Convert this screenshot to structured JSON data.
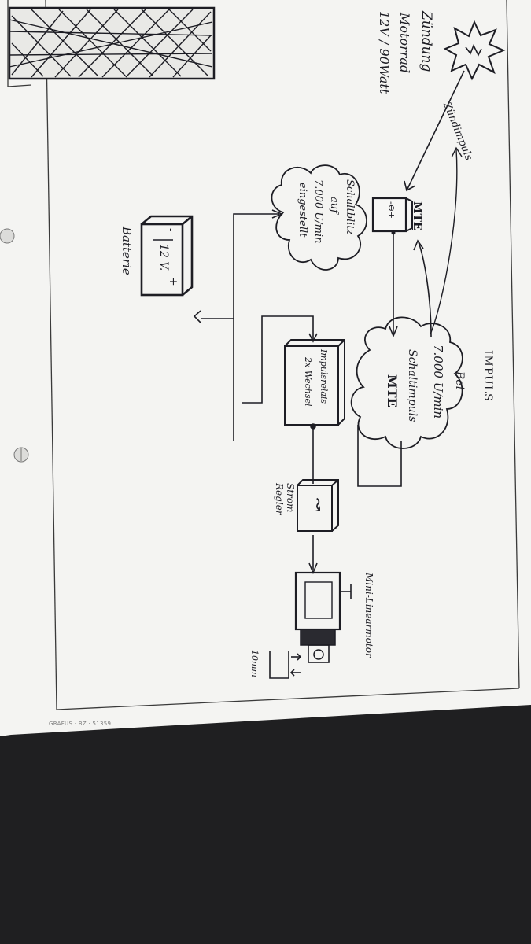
{
  "labels": {
    "ignition_lines": [
      "Zündung",
      "Motorrad",
      "12V / 90Watt"
    ],
    "impulse_arrow": "Zündimpuls",
    "mte_top": "MTE",
    "mte_symbol": "-⊖+",
    "cloud_left": [
      "Schaltblitz",
      "auf",
      "7.000 U/min",
      "eingestellt"
    ],
    "battery_minus": "-",
    "battery_plus": "+",
    "battery_voltage": "12 V.",
    "battery_name": "Batterie",
    "impuls_heading": "IMPULS",
    "cloud_right": [
      "Bei",
      "7.000 U/min",
      "Schaltimpuls",
      "MTE"
    ],
    "relay": [
      "Impulsrelais",
      "2x Wechsel"
    ],
    "regulator": [
      "Strom",
      "Regler"
    ],
    "regulator_symbol": "↝",
    "motor_label": "Mini-Linearmotor",
    "stroke": "10mm",
    "form_code": "GRAFUS · BZ · 51359"
  }
}
